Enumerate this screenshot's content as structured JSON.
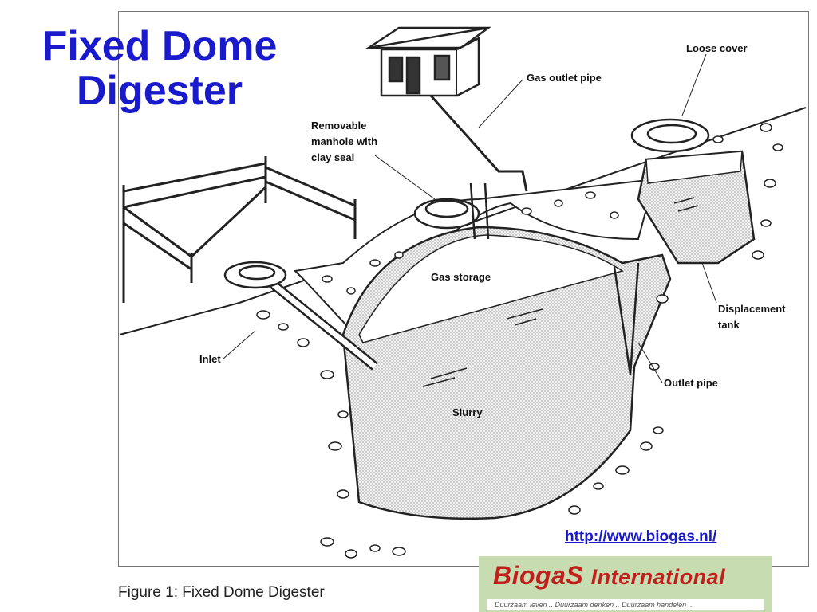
{
  "slide": {
    "title": "Fixed Dome\nDigester",
    "url": "http://www.biogas.nl/",
    "caption": "Figure 1: Fixed Dome Digester"
  },
  "diagram": {
    "labels": {
      "loose_cover": "Loose cover",
      "gas_outlet_pipe": "Gas outlet pipe",
      "manhole_line1": "Removable",
      "manhole_line2": "manhole with",
      "manhole_line3": "clay seal",
      "gas_storage": "Gas storage",
      "displacement_line1": "Displacement",
      "displacement_line2": "tank",
      "inlet": "Inlet",
      "outlet_pipe": "Outlet pipe",
      "slurry": "Slurry"
    }
  },
  "logo": {
    "name_part1": "BiogaS",
    "name_part2": "International",
    "tagline": "Duurzaam leven ..   Duurzaam denken ..   Duurzaam handelen .."
  },
  "colors": {
    "title": "#1a1acd",
    "logo_text": "#c0201c",
    "logo_bg": "#c8dcb2",
    "url": "#1a1acd"
  }
}
